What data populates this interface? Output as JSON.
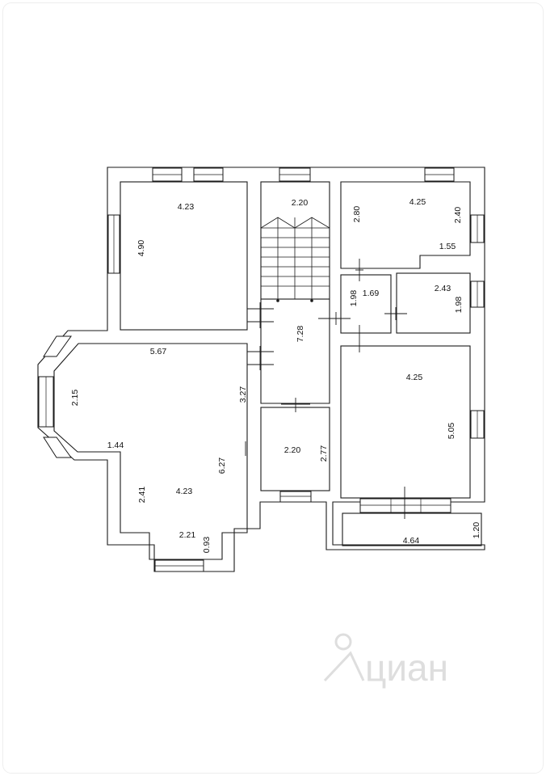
{
  "plan": {
    "stroke_color": "#1a1a1a",
    "wall_fill": "#ffffff",
    "watermark_color": "#dedede",
    "watermark": "циан",
    "dimensions": {
      "room_nw_width": "4.23",
      "room_nw_depth": "4.90",
      "stair_width": "2.20",
      "hall_length": "7.28",
      "room_ne_width": "4.25",
      "room_ne_left": "2.80",
      "room_ne_right": "2.40",
      "room_ne_notch": "1.55",
      "bath_small_depth": "1.98",
      "bath_small_width": "1.69",
      "bath_right_width": "2.43",
      "bath_right_depth": "1.98",
      "living_top": "5.67",
      "living_bay": "2.15",
      "living_inner": "3.27",
      "living_step": "1.44",
      "living_right": "6.27",
      "living_left": "2.41",
      "living_mid": "4.23",
      "living_bottom": "2.21",
      "living_niche": "0.93",
      "room_small_width": "2.20",
      "room_small_depth": "2.77",
      "room_se_width": "4.25",
      "room_se_depth": "5.05",
      "terrace_width": "4.64",
      "terrace_depth": "1.20"
    }
  }
}
